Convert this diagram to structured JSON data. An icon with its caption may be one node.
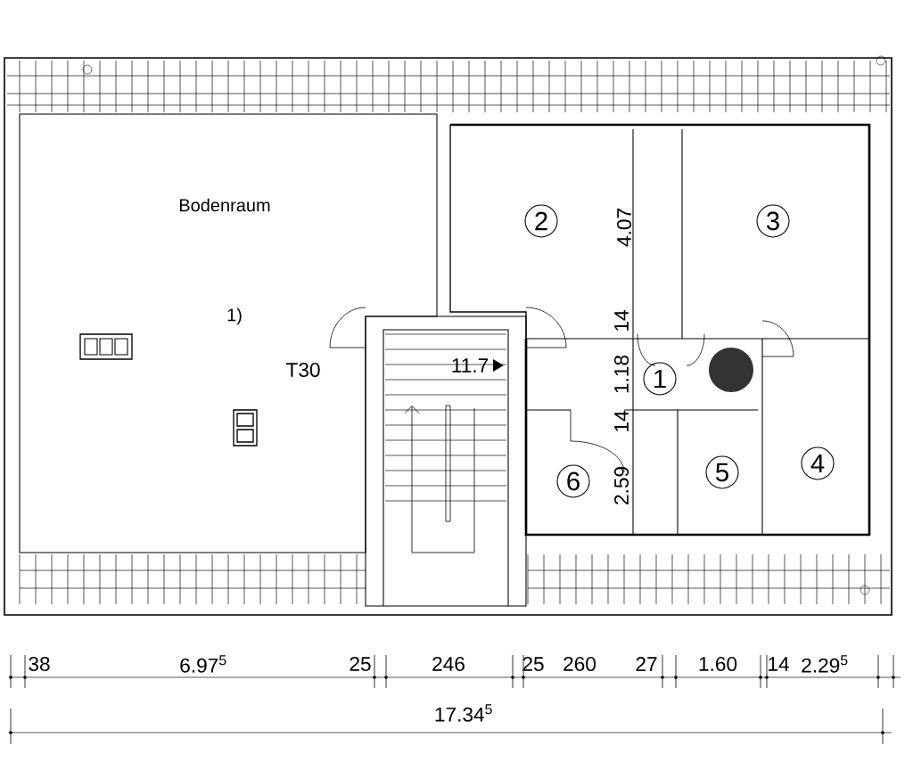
{
  "diagram": {
    "nodes": [
      {
        "text": [
          "Bodenraum",
          "1)"
        ]
      },
      {
        "text": [
          "2"
        ]
      },
      {
        "text": [
          "3"
        ]
      },
      {
        "text": [
          "1"
        ]
      },
      {
        "text": [
          "6"
        ]
      },
      {
        "text": [
          "5"
        ]
      },
      {
        "text": [
          "4"
        ]
      }
    ],
    "labels": [
      "T30",
      "11.7",
      "4.07",
      "14",
      "1.18",
      "14",
      "2.59",
      "38",
      "6.97$^{5}$",
      "25",
      "246",
      "25",
      "260",
      "27",
      "1.60",
      "14",
      "2.29$^{5}$",
      "17.34$^{5}$"
    ]
  }
}
